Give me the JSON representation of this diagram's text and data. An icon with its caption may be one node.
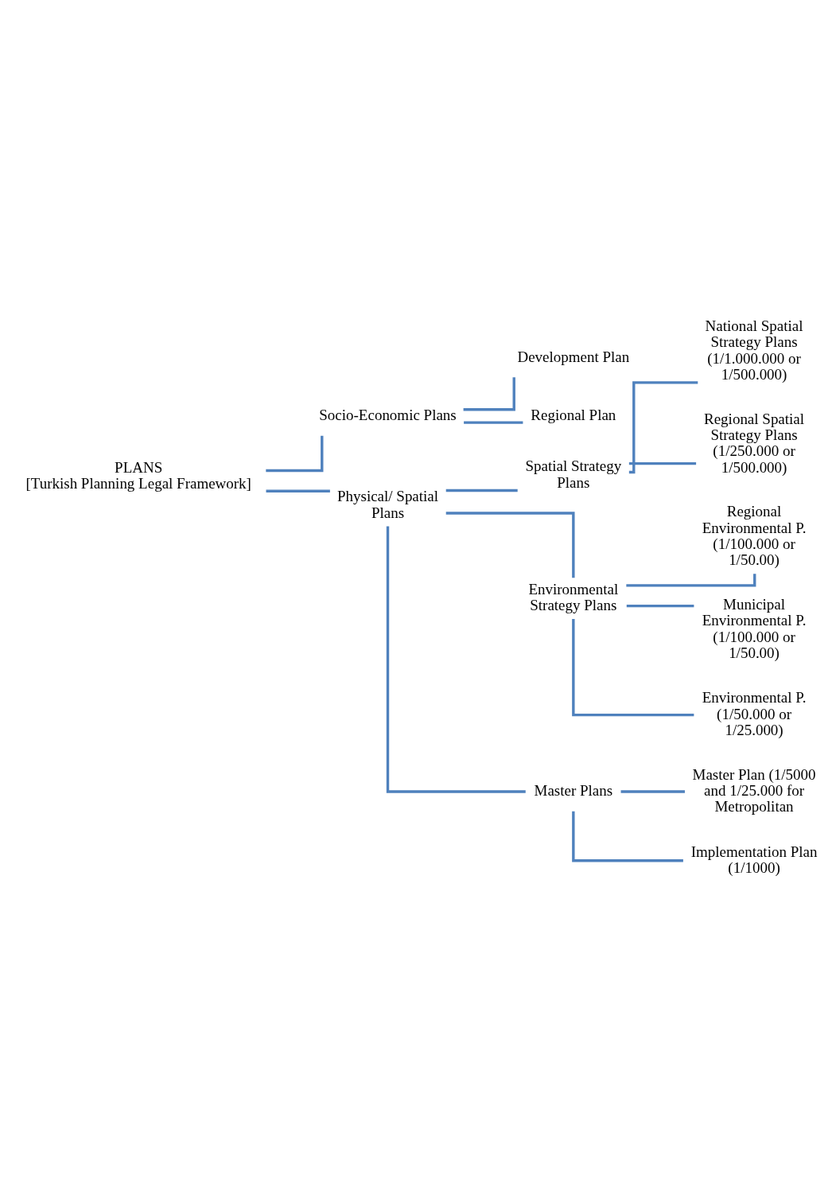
{
  "diagram": {
    "nodes": [
      {
        "text": [
          "PLANS",
          "[Turkish Planning Legal Framework]"
        ]
      },
      {
        "text": [
          "Socio-Economic Plans"
        ]
      },
      {
        "text": [
          "Physical/ Spatial Plans"
        ]
      },
      {
        "text": [
          "Development Plan"
        ]
      },
      {
        "text": [
          "Regional Plan"
        ]
      },
      {
        "text": [
          "Spatial Strategy Plans"
        ]
      },
      {
        "text": [
          "Environmental Strategy Plans"
        ]
      },
      {
        "text": [
          "Master Plans"
        ]
      },
      {
        "text": [
          "National Spatial Strategy Plans (1/1.000.000 or 1/500.000)"
        ]
      },
      {
        "text": [
          "Regional Spatial Strategy Plans (1/250.000 or 1/500.000)"
        ]
      },
      {
        "text": [
          "Regional Environmental P. (1/100.000 or 1/50.00)"
        ]
      },
      {
        "text": [
          "Municipal Environmental P. (1/100.000 or 1/50.00)"
        ]
      },
      {
        "text": [
          "Environmental P. (1/50.000 or 1/25.000)"
        ]
      },
      {
        "text": [
          "Master Plan (1/5000 and 1/25.000 for Metropolitan"
        ]
      },
      {
        "text": [
          "Implementation Plan (1/1000)"
        ]
      }
    ],
    "edges": [
      {
        "from": 0,
        "to": 1,
        "arrow": "none"
      },
      {
        "from": 0,
        "to": 2,
        "arrow": "none"
      },
      {
        "from": 1,
        "to": 3,
        "arrow": "none"
      },
      {
        "from": 1,
        "to": 4,
        "arrow": "none"
      },
      {
        "from": 2,
        "to": 5,
        "arrow": "none"
      },
      {
        "from": 2,
        "to": 6,
        "arrow": "none"
      },
      {
        "from": 2,
        "to": 7,
        "arrow": "none"
      },
      {
        "from": 5,
        "to": 8,
        "arrow": "none"
      },
      {
        "from": 5,
        "to": 9,
        "arrow": "none"
      },
      {
        "from": 6,
        "to": 10,
        "arrow": "none"
      },
      {
        "from": 6,
        "to": 11,
        "arrow": "none"
      },
      {
        "from": 6,
        "to": 12,
        "arrow": "none"
      },
      {
        "from": 7,
        "to": 13,
        "arrow": "none"
      },
      {
        "from": 7,
        "to": 14,
        "arrow": "none"
      }
    ]
  }
}
